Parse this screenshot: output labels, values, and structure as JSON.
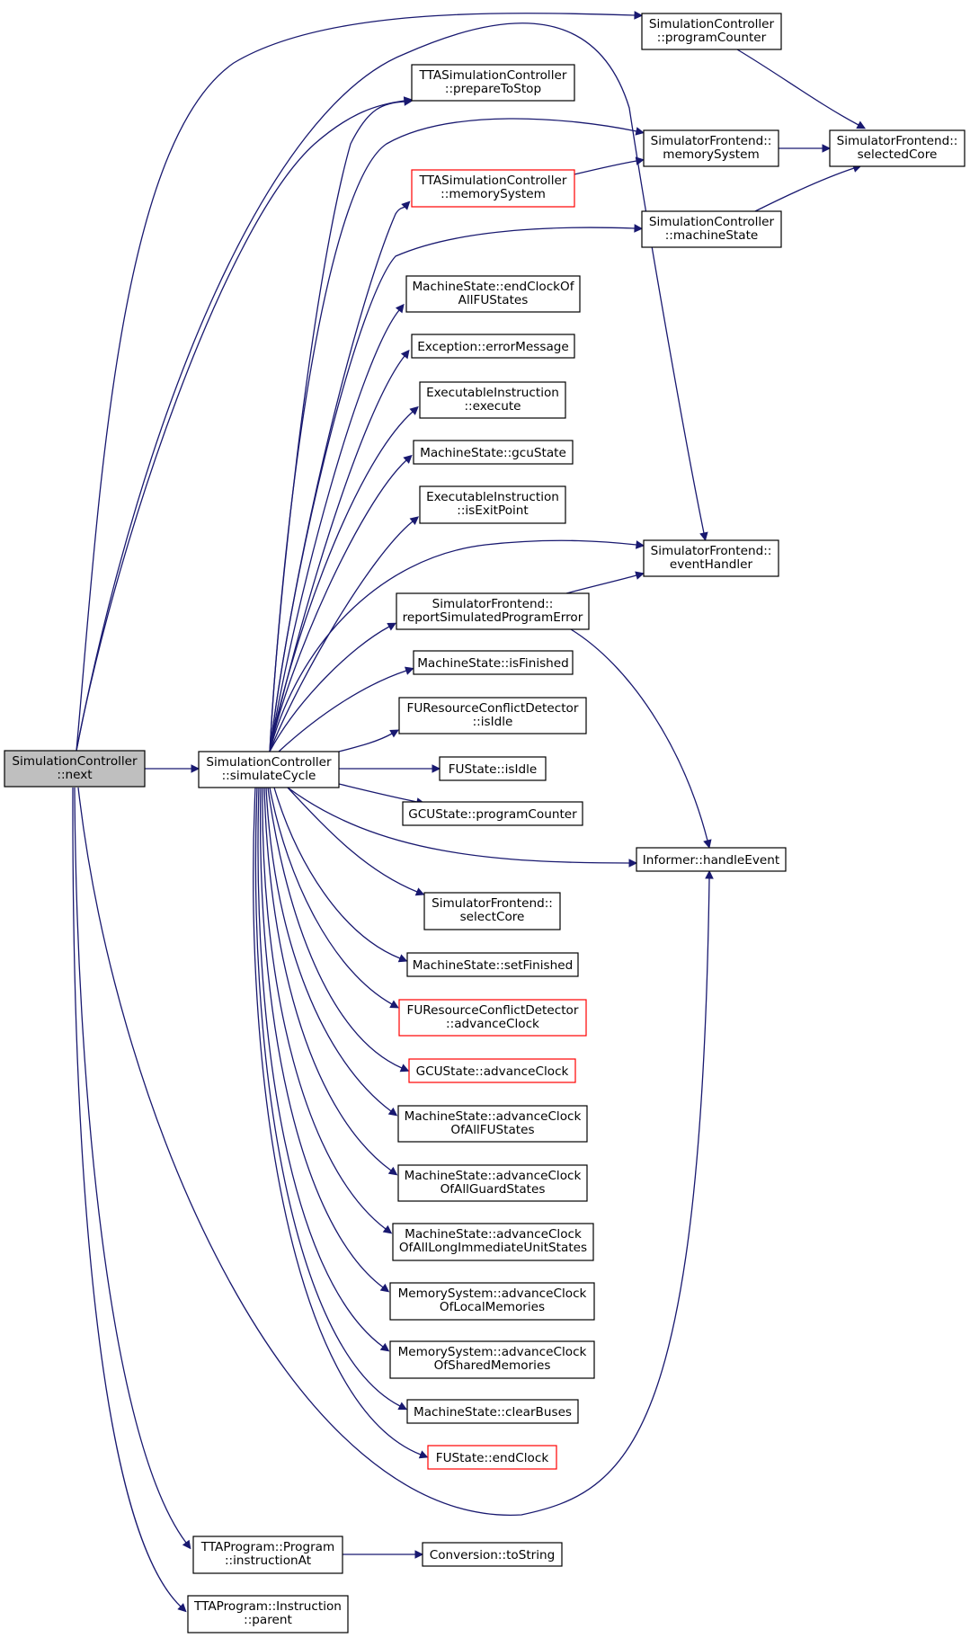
{
  "nodes": {
    "next": [
      "SimulationController",
      "::next"
    ],
    "simulateCycle": [
      "SimulationController",
      "::simulateCycle"
    ],
    "programCounter": [
      "SimulationController",
      "::programCounter"
    ],
    "prepareToStop": [
      "TTASimulationController",
      "::prepareToStop"
    ],
    "sfMemorySystem": [
      "SimulatorFrontend::",
      "memorySystem"
    ],
    "selectedCore": [
      "SimulatorFrontend::",
      "selectedCore"
    ],
    "ttaMemorySystem": [
      "TTASimulationController",
      "::memorySystem"
    ],
    "machineState": [
      "SimulationController",
      "::machineState"
    ],
    "endClockOfAllFUStates": [
      "MachineState::endClockOf",
      "AllFUStates"
    ],
    "errorMessage": [
      "Exception::errorMessage"
    ],
    "execute": [
      "ExecutableInstruction",
      "::execute"
    ],
    "gcuState": [
      "MachineState::gcuState"
    ],
    "isExitPoint": [
      "ExecutableInstruction",
      "::isExitPoint"
    ],
    "eventHandler": [
      "SimulatorFrontend::",
      "eventHandler"
    ],
    "reportSimulatedProgramError": [
      "SimulatorFrontend::",
      "reportSimulatedProgramError"
    ],
    "isFinished": [
      "MachineState::isFinished"
    ],
    "furcdIsIdle": [
      "FUResourceConflictDetector",
      "::isIdle"
    ],
    "fuStateIsIdle": [
      "FUState::isIdle"
    ],
    "gcuProgramCounter": [
      "GCUState::programCounter"
    ],
    "handleEvent": [
      "Informer::handleEvent"
    ],
    "selectCore": [
      "SimulatorFrontend::",
      "selectCore"
    ],
    "setFinished": [
      "MachineState::setFinished"
    ],
    "furcdAdvanceClock": [
      "FUResourceConflictDetector",
      "::advanceClock"
    ],
    "gcuAdvanceClock": [
      "GCUState::advanceClock"
    ],
    "advanceClockOfAllFUStates": [
      "MachineState::advanceClock",
      "OfAllFUStates"
    ],
    "advanceClockOfAllGuardStates": [
      "MachineState::advanceClock",
      "OfAllGuardStates"
    ],
    "advanceClockOfAllLIU": [
      "MachineState::advanceClock",
      "OfAllLongImmediateUnitStates"
    ],
    "advanceClockOfLocalMemories": [
      "MemorySystem::advanceClock",
      "OfLocalMemories"
    ],
    "advanceClockOfSharedMemories": [
      "MemorySystem::advanceClock",
      "OfSharedMemories"
    ],
    "clearBuses": [
      "MachineState::clearBuses"
    ],
    "fuStateEndClock": [
      "FUState::endClock"
    ],
    "instructionAt": [
      "TTAProgram::Program",
      "::instructionAt"
    ],
    "toString": [
      "Conversion::toString"
    ],
    "parent": [
      "TTAProgram::Instruction",
      "::parent"
    ]
  },
  "colors": {
    "edge": "#191970",
    "node_border": "#000000",
    "node_border_incomplete": "#ff0000",
    "root_fill": "#bfbfbf",
    "node_fill": "#ffffff"
  }
}
